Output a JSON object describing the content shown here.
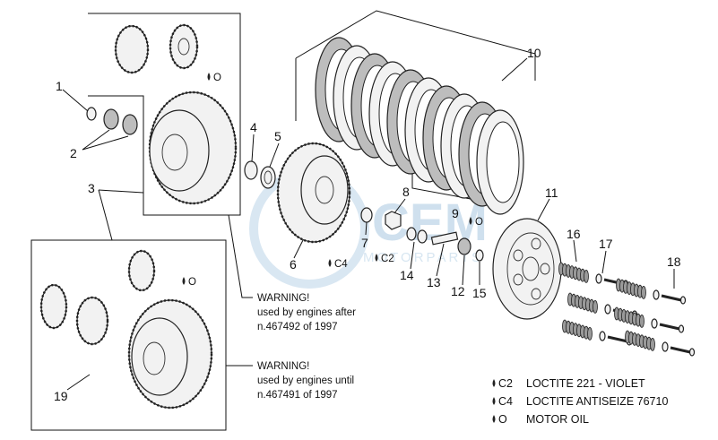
{
  "callouts": {
    "n1": "1",
    "n2": "2",
    "n3": "3",
    "n4": "4",
    "n5": "5",
    "n6": "6",
    "n7": "7",
    "n8": "8",
    "n9": "9",
    "n10": "10",
    "n11": "11",
    "n12": "12",
    "n13": "13",
    "n14": "14",
    "n15": "15",
    "n16": "16",
    "n17": "17",
    "n18": "18",
    "n19": "19"
  },
  "tags": {
    "oil_upper": "O",
    "oil_lower": "O",
    "oil_mid": "O",
    "c4": "C4",
    "c2": "C2"
  },
  "warnings": {
    "after": {
      "title": "WARNING!",
      "line1": "used by engines after",
      "line2": "n.467492 of 1997"
    },
    "until": {
      "title": "WARNING!",
      "line1": "used by engines until",
      "line2": "n.467491 of 1997"
    }
  },
  "legend": [
    {
      "code": "C2",
      "text": "LOCTITE 221 - VIOLET"
    },
    {
      "code": "C4",
      "text": "LOCTITE ANTISEIZE 76710"
    },
    {
      "code": "O",
      "text": "MOTOR OIL"
    }
  ],
  "watermark": {
    "logo": "CEM",
    "sub": "MOTORPARTS"
  },
  "colors": {
    "line": "#111111",
    "watermark": "#cfe0ee",
    "part_fill": "#f2f2f2"
  }
}
